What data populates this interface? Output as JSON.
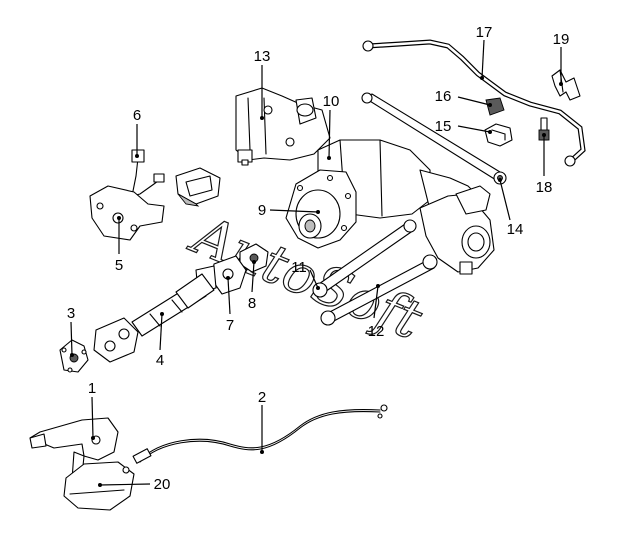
{
  "watermark": "AutoSoft",
  "callouts": [
    {
      "id": "1",
      "label": "1"
    },
    {
      "id": "2",
      "label": "2"
    },
    {
      "id": "3",
      "label": "3"
    },
    {
      "id": "4",
      "label": "4"
    },
    {
      "id": "5",
      "label": "5"
    },
    {
      "id": "6",
      "label": "6"
    },
    {
      "id": "7",
      "label": "7"
    },
    {
      "id": "8",
      "label": "8"
    },
    {
      "id": "9",
      "label": "9"
    },
    {
      "id": "10",
      "label": "10"
    },
    {
      "id": "11",
      "label": "11"
    },
    {
      "id": "12",
      "label": "12"
    },
    {
      "id": "13",
      "label": "13"
    },
    {
      "id": "14",
      "label": "14"
    },
    {
      "id": "15",
      "label": "15"
    },
    {
      "id": "16",
      "label": "16"
    },
    {
      "id": "17",
      "label": "17"
    },
    {
      "id": "18",
      "label": "18"
    },
    {
      "id": "19",
      "label": "19"
    },
    {
      "id": "20",
      "label": "20"
    }
  ]
}
